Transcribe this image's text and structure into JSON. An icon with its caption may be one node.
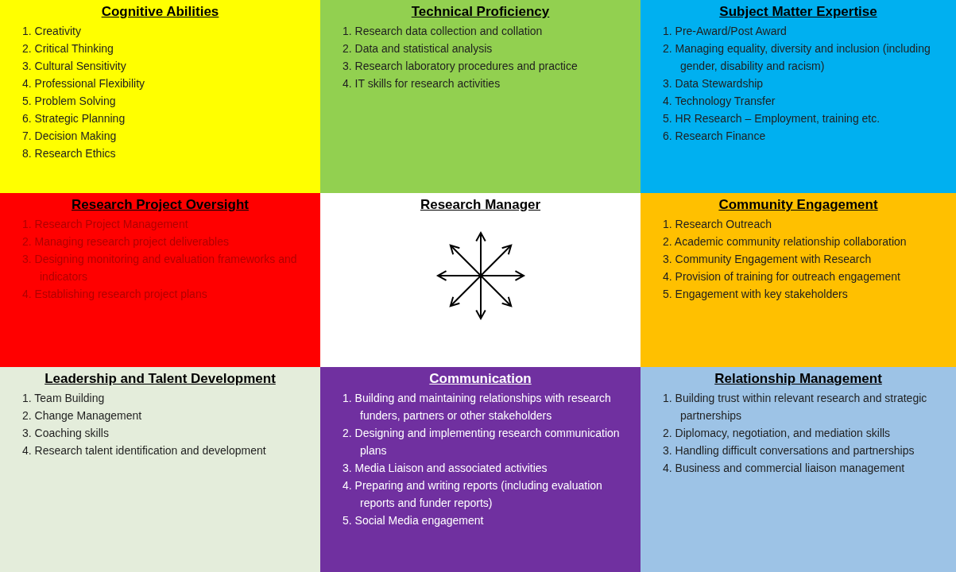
{
  "diagram": {
    "nodes": [
      {
        "text": [
          "Cognitive Abilities",
          "1. Creativity",
          "2. Critical Thinking",
          "3. Cultural Sensitivity",
          "4. Professional Flexibility",
          "5. Problem Solving",
          "6. Strategic Planning",
          "7. Decision Making",
          "8. Research Ethics"
        ]
      },
      {
        "text": [
          "Technical Proficiency",
          "1. Research data collection and collation",
          "2. Data and statistical analysis",
          "3. Research laboratory procedures and practice",
          "4. IT skills for research activities"
        ]
      },
      {
        "text": [
          "Subject Matter Expertise",
          "1. Pre-Award/Post Award",
          "2. Managing equality, diversity and inclusion (including gender, disability and racism)",
          "3. Data Stewardship",
          "4. Technology Transfer",
          "5. HR Research – Employment, training etc.",
          "6. Research Finance"
        ]
      },
      {
        "text": [
          "Research Project Oversight",
          "1. Research Project Management",
          "2. Managing research project deliverables",
          "3. Designing monitoring and evaluation frameworks and indicators",
          "4. Establishing research project plans"
        ]
      },
      {
        "text": [
          "Research Manager"
        ]
      },
      {
        "text": [
          "Community Engagement",
          "1. Research Outreach",
          "2. Academic community relationship collaboration",
          "3. Community Engagement with Research",
          "4. Provision of training for outreach engagement",
          "5. Engagement with key stakeholders"
        ]
      },
      {
        "text": [
          "Leadership and Talent Development",
          "1. Team Building",
          "2. Change Management",
          "3. Coaching skills",
          "4. Research talent identification and development"
        ]
      },
      {
        "text": [
          "Communication",
          "1. Building and maintaining relationships with research funders, partners or other stakeholders",
          "2. Designing and implementing research communication plans",
          "3. Media Liaison and associated activities",
          "4. Preparing and writing reports (including evaluation reports and funder reports)",
          "5. Social Media engagement"
        ]
      },
      {
        "text": [
          "Relationship Management",
          "1. Building trust within relevant research and strategic partnerships",
          "2. Diplomacy, negotiation, and mediation skills",
          "3. Handling difficult conversations and partnerships",
          "4. Business and commercial liaison management"
        ]
      }
    ]
  }
}
